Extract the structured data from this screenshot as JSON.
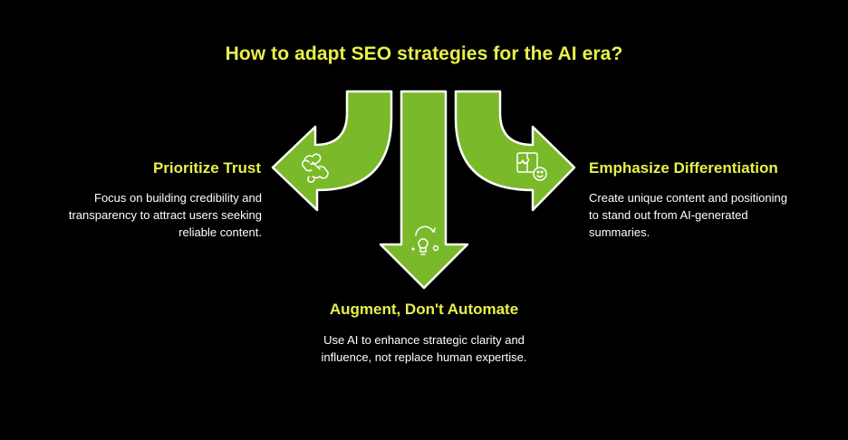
{
  "title": "How to adapt SEO strategies for the AI era?",
  "colors": {
    "background": "#000000",
    "arrow_fill": "#7ab929",
    "arrow_outline": "#ffffff",
    "heading": "#e8f04a",
    "text": "#ffffff"
  },
  "branches": [
    {
      "position": "left",
      "icon": "handshake-icon",
      "heading": "Prioritize Trust",
      "description": "Focus on building credibility and transparency to attract users seeking reliable content."
    },
    {
      "position": "center",
      "icon": "lightbulb-idea-icon",
      "heading": "Augment, Don't Automate",
      "description": "Use AI to enhance strategic clarity and influence, not replace human expertise."
    },
    {
      "position": "right",
      "icon": "puzzle-face-icon",
      "heading": "Emphasize Differentiation",
      "description": "Create unique content and positioning to stand out from AI-generated summaries."
    }
  ]
}
